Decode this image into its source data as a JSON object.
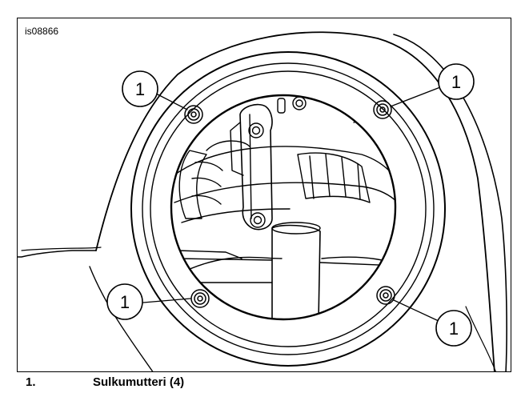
{
  "figure": {
    "id": "is08866",
    "callouts": [
      {
        "number": "1"
      },
      {
        "number": "1"
      },
      {
        "number": "1"
      },
      {
        "number": "1"
      }
    ]
  },
  "legend": [
    {
      "number": "1.",
      "label": "Sulkumutteri (4)"
    }
  ]
}
